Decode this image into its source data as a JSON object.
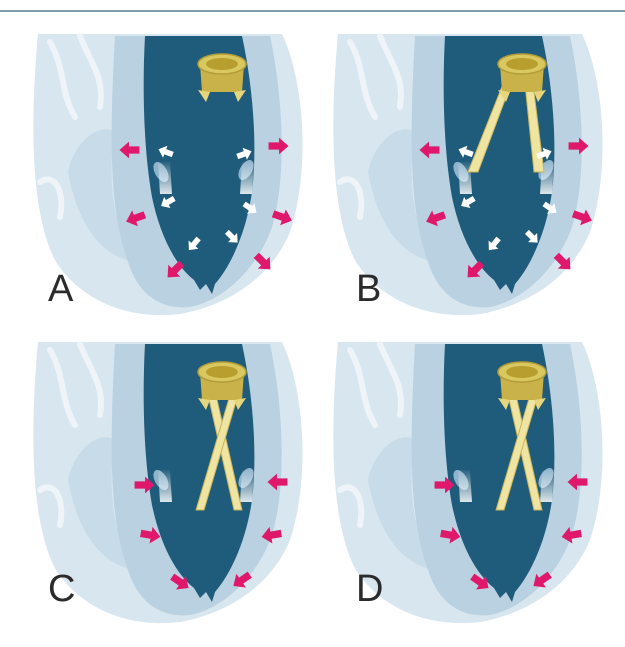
{
  "panels": [
    {
      "id": "A",
      "label": "A",
      "has_chords": false,
      "chords": "none",
      "wall_arrows": "outward",
      "flow_arrows": true
    },
    {
      "id": "B",
      "label": "B",
      "has_chords": true,
      "chords": "straight",
      "wall_arrows": "outward",
      "flow_arrows": true
    },
    {
      "id": "C",
      "label": "C",
      "has_chords": true,
      "chords": "crossed",
      "wall_arrows": "inward",
      "flow_arrows": false
    },
    {
      "id": "D",
      "label": "D",
      "has_chords": true,
      "chords": "crossed",
      "wall_arrows": "inward",
      "flow_arrows": false
    }
  ],
  "colors": {
    "background": "#ffffff",
    "rule": "#7d9cb0",
    "outer_tissue": "#d8e6ef",
    "myocardium": "#b9d1e1",
    "cavity": "#1f5b7a",
    "valve": "#d9c760",
    "chord": "#f0e4a3",
    "wall_arrow": "#e0186c",
    "flow_arrow": "#ffffff",
    "label": "#2b2b2b"
  }
}
